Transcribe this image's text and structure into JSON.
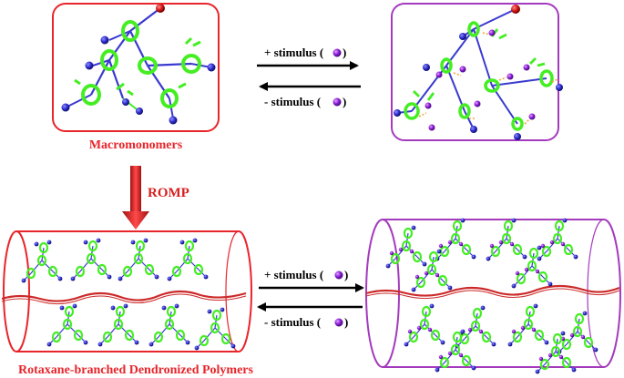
{
  "labels": {
    "macromonomers": "Macromonomers",
    "romp": "ROMP",
    "polymers": "Rotaxane-branched Dendronized Polymers",
    "plus_stimulus": "+ stimulus (",
    "minus_stimulus": "- stimulus (",
    "close_paren": ")"
  },
  "colors": {
    "red_frame": "#e8252b",
    "purple_frame": "#a43bbd",
    "black_arrow": "#000000",
    "romp_arrow": "#d81e1e",
    "ring_green": "#44ee22",
    "rod_blue": "#3a3ad0",
    "sphere_blue": "#2222bb",
    "sphere_red": "#cc1111",
    "sphere_purple": "#8a1fd8",
    "backbone": "#cc2a2a"
  },
  "icons": [
    "stimulus-ion-icon",
    "dendron-icon"
  ]
}
